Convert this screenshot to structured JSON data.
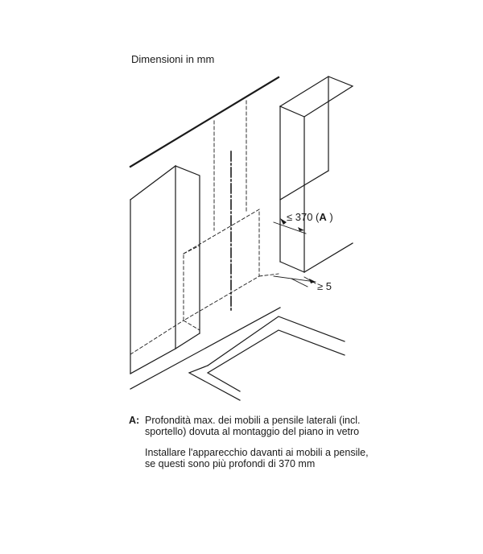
{
  "title": "Dimensioni in mm",
  "dimensions": {
    "side_depth": {
      "symbol": "≤ 370 (",
      "key": "A",
      "close": " )"
    },
    "gap": "≥ 5"
  },
  "legend": {
    "key": "A:",
    "paragraphs": [
      "Profondità max. dei mobili a pensile laterali (incl. sportello) dovuta al montaggio del piano in vetro",
      "Installare l'apparecchio davanti ai mobili a pensile, se questi sono più profondi di 370 mm"
    ]
  }
}
